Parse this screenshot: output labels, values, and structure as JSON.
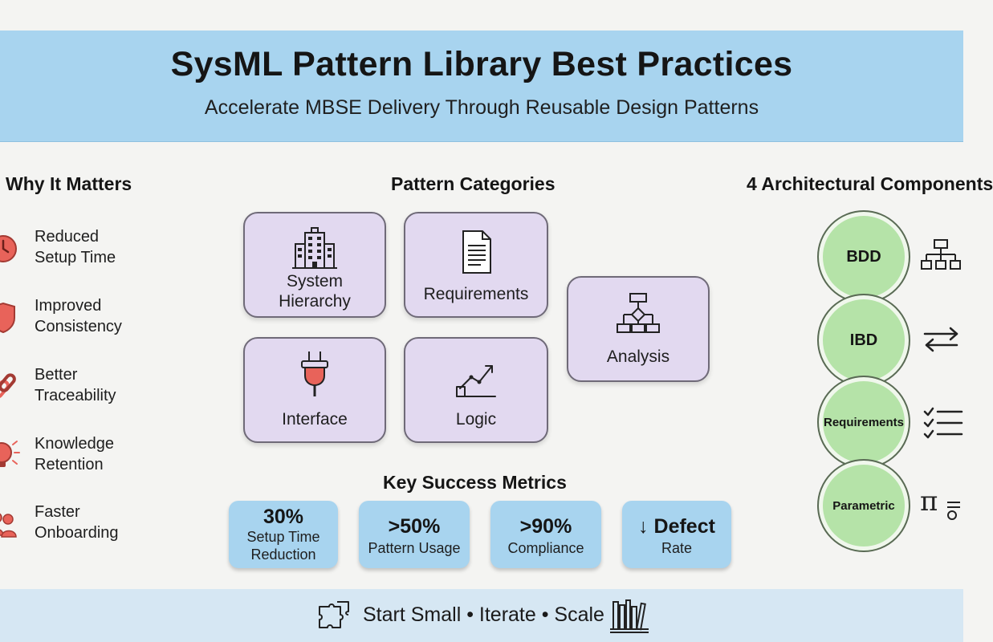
{
  "header": {
    "title": "SysML Pattern Library Best Practices",
    "subtitle": "Accelerate MBSE Delivery Through Reusable Design Patterns"
  },
  "why": {
    "heading": "Why It Matters",
    "items": [
      {
        "label": "Reduced\nSetup Time",
        "icon": "clock-icon"
      },
      {
        "label": "Improved\nConsistency",
        "icon": "shield-icon"
      },
      {
        "label": "Better\nTraceability",
        "icon": "chain-link-icon"
      },
      {
        "label": "Knowledge\nRetention",
        "icon": "lightbulb-icon"
      },
      {
        "label": "Faster\nOnboarding",
        "icon": "team-icon"
      }
    ]
  },
  "categories": {
    "heading": "Pattern Categories",
    "items": [
      {
        "label": "System\nHierarchy",
        "icon": "building-icon"
      },
      {
        "label": "Requirements",
        "icon": "document-icon"
      },
      {
        "label": "Interface",
        "icon": "plug-icon"
      },
      {
        "label": "Logic",
        "icon": "trend-chart-icon"
      },
      {
        "label": "Analysis",
        "icon": "flowchart-icon"
      }
    ]
  },
  "metrics": {
    "heading": "Key Success Metrics",
    "items": [
      {
        "value": "30%",
        "label": "Setup Time\nReduction"
      },
      {
        "value": ">50%",
        "label": "Pattern Usage"
      },
      {
        "value": ">90%",
        "label": "Compliance"
      },
      {
        "value": "↓ Defect",
        "label": "Rate"
      }
    ]
  },
  "components": {
    "heading": "4 Architectural Components",
    "items": [
      {
        "label": "BDD",
        "icon": "hierarchy-icon"
      },
      {
        "label": "IBD",
        "icon": "exchange-arrows-icon"
      },
      {
        "label": "Requirements",
        "icon": "checklist-icon"
      },
      {
        "label": "Parametric",
        "icon": "pi-formula-icon"
      }
    ]
  },
  "footer": {
    "text": "Start Small • Iterate • Scale",
    "left_icon": "puzzle-icon",
    "right_icon": "bookshelf-icon"
  },
  "colors": {
    "header_bg": "#a8d4ef",
    "card_purple": "#e2d9f0",
    "metric_blue": "#a8d4ef",
    "component_green": "#b5e3a8",
    "icon_red": "#e8635a"
  }
}
